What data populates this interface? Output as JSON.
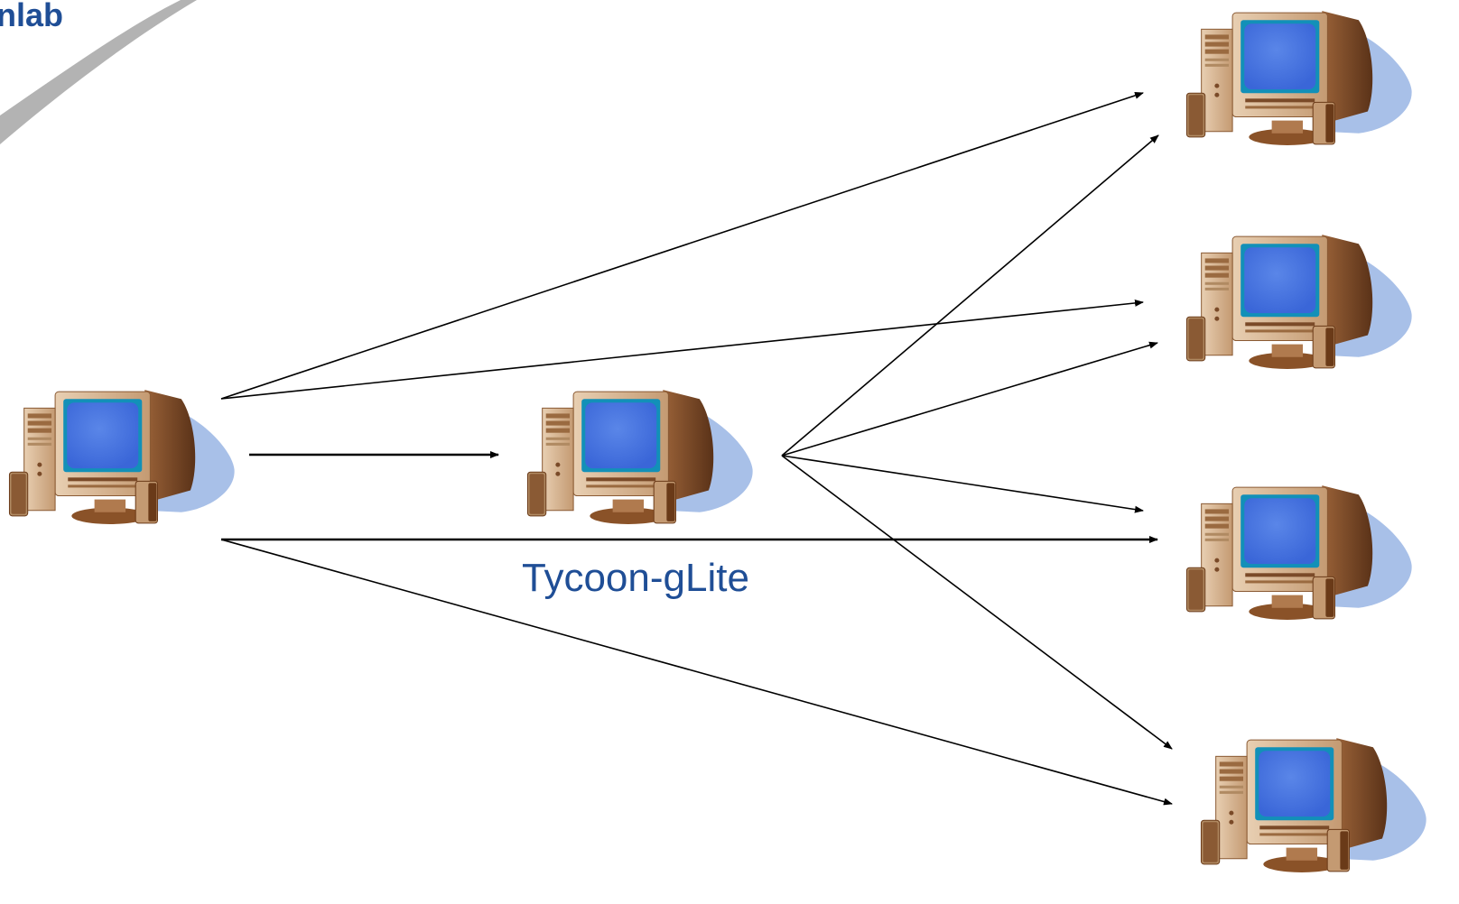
{
  "logo": {
    "text": "nlab",
    "color": "#1f4e96",
    "swoosh_color": "#b3b3b3"
  },
  "caption": {
    "text": "Tycoon-gLite",
    "color": "#1f4e96"
  },
  "nodes": [
    {
      "id": "source",
      "icon": "desktop-computer-icon"
    },
    {
      "id": "relay",
      "icon": "desktop-computer-icon"
    },
    {
      "id": "dest-1",
      "icon": "desktop-computer-icon"
    },
    {
      "id": "dest-2",
      "icon": "desktop-computer-icon"
    },
    {
      "id": "dest-3",
      "icon": "desktop-computer-icon"
    },
    {
      "id": "dest-4",
      "icon": "desktop-computer-icon"
    }
  ],
  "edges": [
    {
      "from": "source",
      "to": "dest-1"
    },
    {
      "from": "source",
      "to": "dest-2"
    },
    {
      "from": "source",
      "to": "relay"
    },
    {
      "from": "source",
      "to": "dest-3"
    },
    {
      "from": "source",
      "to": "dest-4"
    },
    {
      "from": "relay",
      "to": "dest-1"
    },
    {
      "from": "relay",
      "to": "dest-2"
    },
    {
      "from": "relay",
      "to": "dest-3"
    },
    {
      "from": "relay",
      "to": "dest-4"
    }
  ],
  "colors": {
    "screen": "#5a86e8",
    "screen_bezel": "#17a0c8",
    "casing": "#d8b898",
    "casing_dark": "#7a4a28",
    "shadow": "#a8c0e8",
    "arrow": "#000000"
  }
}
